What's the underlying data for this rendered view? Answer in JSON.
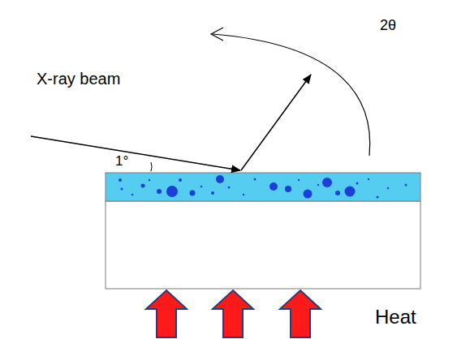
{
  "diagram": {
    "labels": [
      "X-ray beam",
      "1°",
      "2θ",
      "Heat"
    ]
  }
}
